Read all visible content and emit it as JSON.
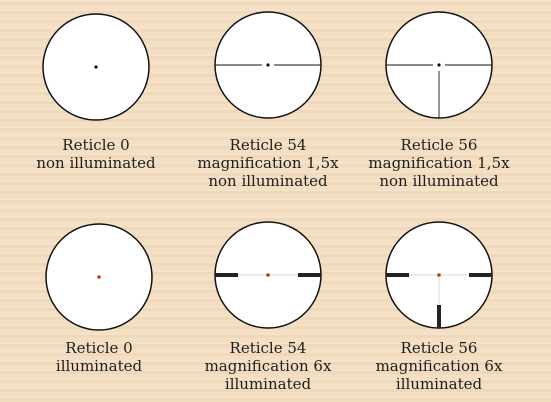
{
  "reticles": [
    {
      "caption": [
        "Reticle 0",
        "non illuminated"
      ],
      "type": "dot",
      "illuminated": false
    },
    {
      "caption": [
        "Reticle 54",
        "magnification 1,5x",
        "non illuminated"
      ],
      "type": "crosshair-horizontal",
      "illuminated": false
    },
    {
      "caption": [
        "Reticle 56",
        "magnification 1,5x",
        "non illuminated"
      ],
      "type": "crosshair-t",
      "illuminated": false
    },
    {
      "caption": [
        "Reticle 0",
        "illuminated"
      ],
      "type": "dot",
      "illuminated": true
    },
    {
      "caption": [
        "Reticle 54",
        "magnification 6x",
        "illuminated"
      ],
      "type": "crosshair-horizontal",
      "illuminated": true
    },
    {
      "caption": [
        "Reticle 56",
        "magnification 6x",
        "illuminated"
      ],
      "type": "crosshair-t",
      "illuminated": true
    }
  ],
  "colors": {
    "dot_default": "#111111",
    "dot_illuminated": "#d0301e",
    "ring": "#111111"
  }
}
